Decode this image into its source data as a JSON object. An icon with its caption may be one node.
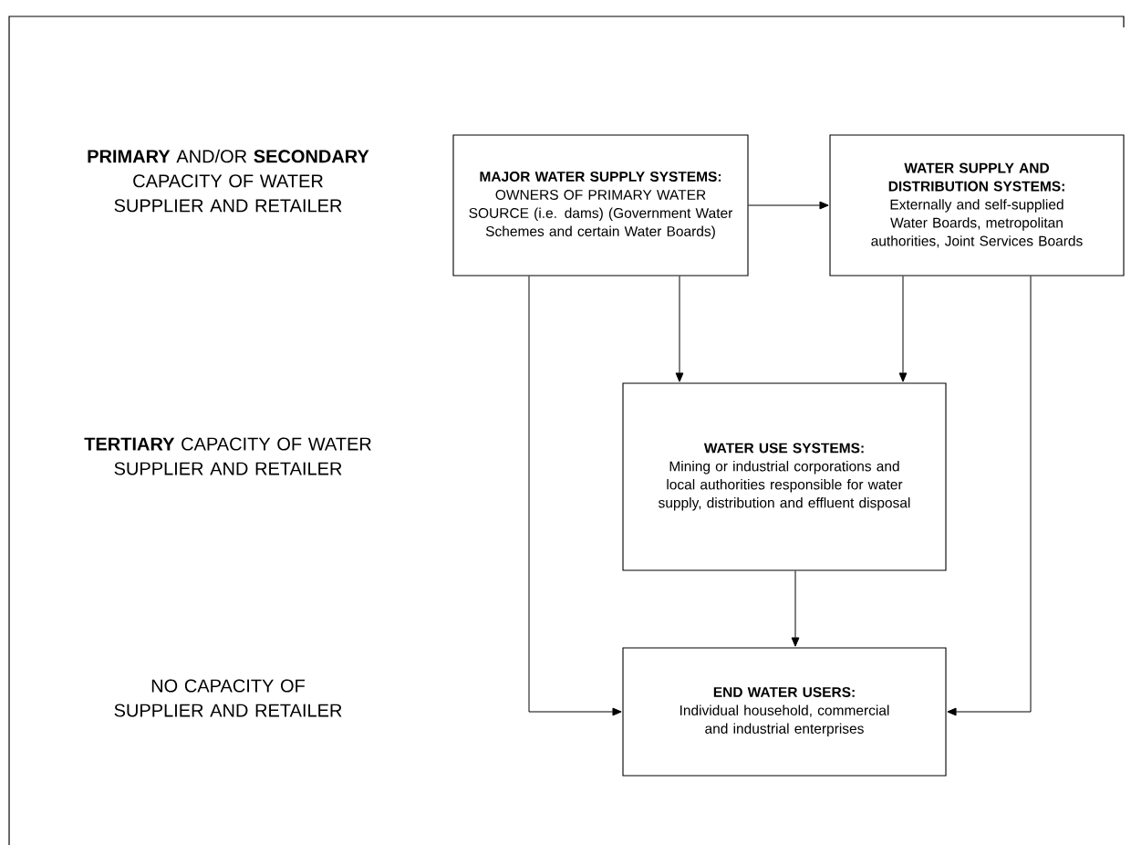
{
  "diagram": {
    "nodes": [
      {
        "text": [
          "MAJOR WATER SUPPLY SYSTEMS:",
          "OWNERS OF PRIMARY WATER SOURCE (i.e. dams) (Government Water Schemes and certain Water Boards)"
        ]
      },
      {
        "text": [
          "WATER SUPPLY AND DISTRIBUTION SYSTEMS:",
          "Externally and self-supplied Water Boards, metropolitan authorities, Joint Services Boards"
        ]
      },
      {
        "text": [
          "WATER USE SYSTEMS:",
          "Mining or industrial corporations and local authorities responsible for water supply, distribution and effluent disposal"
        ]
      },
      {
        "text": [
          "END WATER USERS:",
          "Individual household, commercial and industrial enterprises"
        ]
      }
    ],
    "edges": [
      {
        "from": 0,
        "to": 1,
        "arrow": "to"
      },
      {
        "from": 0,
        "to": 2,
        "arrow": "to"
      },
      {
        "from": 1,
        "to": 2,
        "arrow": "to"
      },
      {
        "from": 2,
        "to": 3,
        "arrow": "to"
      },
      {
        "from": 0,
        "to": 3,
        "arrow": "to"
      },
      {
        "from": 1,
        "to": 3,
        "arrow": "to"
      }
    ],
    "labels": [
      "**PRIMARY** AND/OR **SECONDARY** CAPACITY OF WATER SUPPLIER AND RETAILER",
      "**TERTIARY** CAPACITY OF WATER SUPPLIER AND RETAILER",
      "NO CAPACITY OF SUPPLIER AND RETAILER"
    ]
  }
}
